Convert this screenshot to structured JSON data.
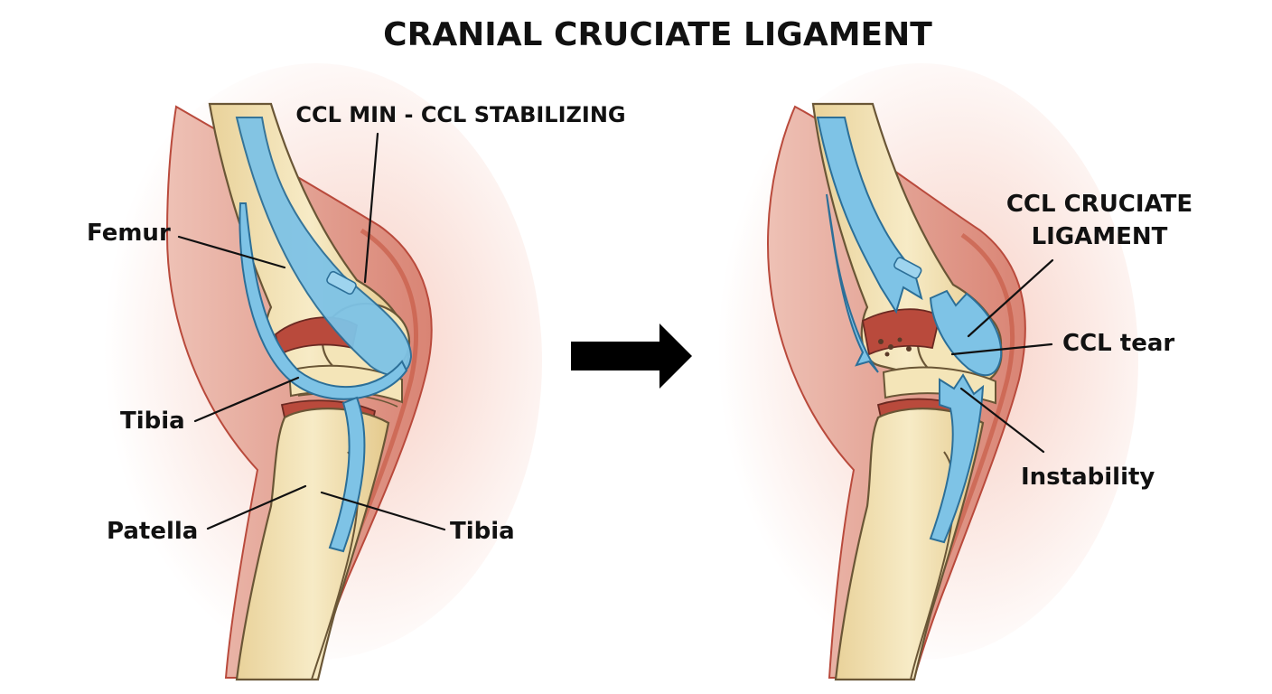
{
  "title": "CRANIAL CRUCIATE LIGAMENT",
  "left_panel": {
    "callout_top": "CCL MIN - CCL STABILIZING",
    "femur": "Femur",
    "tibia_left": "Tibia",
    "patella": "Patella",
    "tibia_right": "Tibia"
  },
  "right_panel": {
    "ligament_line1": "CCL CRUCIATE",
    "ligament_line2": "LIGAMENT",
    "tear": "CCL tear",
    "instability": "Instability"
  },
  "colors": {
    "bone": "#f2e2b0",
    "bone_outline": "#6a5636",
    "ligament": "#7ec3e6",
    "ligament_outline": "#2c6f98",
    "muscle": "#e3a79b",
    "muscle_deep": "#b94a3c",
    "glow": "#f0a590",
    "arrow": "#000000",
    "text": "#111111"
  }
}
